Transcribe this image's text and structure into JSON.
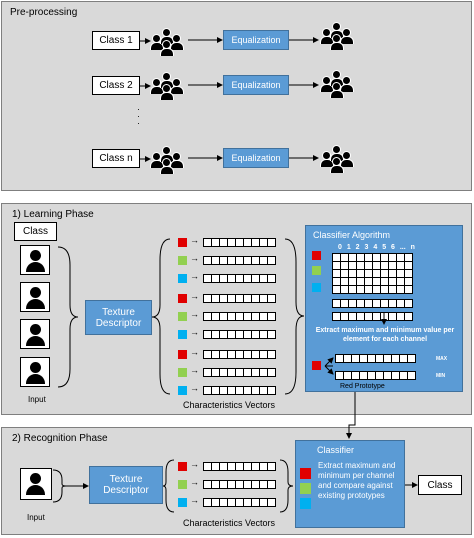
{
  "preprocessing": {
    "title": "Pre-processing",
    "classes": [
      "Class 1",
      "Class 2",
      "Class n"
    ],
    "equalization_label": "Equalization",
    "ellipsis": "·\n·\n·"
  },
  "learning": {
    "title": "1) Learning Phase",
    "class_label": "Class",
    "input_label": "Input",
    "texture_descriptor": "Texture Descriptor",
    "characteristics_vectors": "Characteristics Vectors",
    "classifier": {
      "title": "Classifier Algorithm",
      "indices": "0 1 2 3 4 5 6 ... n",
      "extract_text": "Extract maximum and minimum value per element for each channel",
      "max_label": "MAX",
      "min_label": "MIN",
      "prototype_label": "Red Prototype"
    }
  },
  "recognition": {
    "title": "2) Recognition Phase",
    "input_label": "Input",
    "texture_descriptor": "Texture Descriptor",
    "characteristics_vectors": "Characteristics Vectors",
    "classifier_title": "Classifier",
    "classifier_text": "Extract maximum and minimum per channel and compare against existing prototypes",
    "output_label": "Class"
  },
  "colors": {
    "red": "#e00000",
    "green": "#92d050",
    "blue": "#00b0f0",
    "box_blue": "#5b9bd5",
    "panel": "#d9d9d9"
  }
}
